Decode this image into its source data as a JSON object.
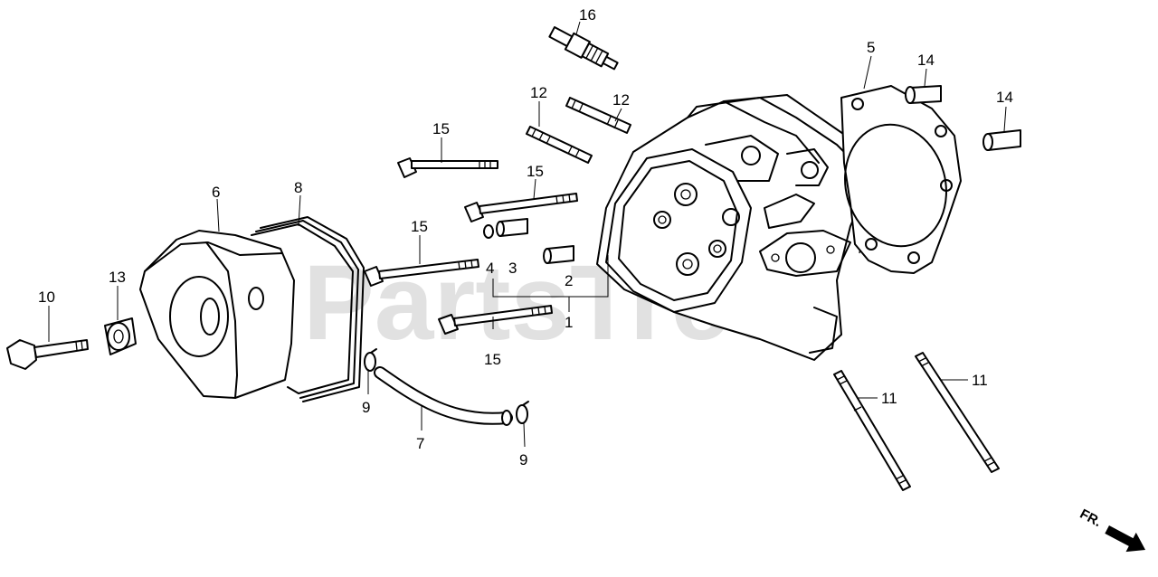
{
  "watermark": "PartsTree",
  "direction_label": "FR.",
  "callouts": {
    "c1": "1",
    "c2": "2",
    "c3": "3",
    "c4": "4",
    "c5": "5",
    "c6": "6",
    "c7": "7",
    "c8": "8",
    "c9a": "9",
    "c9b": "9",
    "c10": "10",
    "c11a": "11",
    "c11b": "11",
    "c12a": "12",
    "c12b": "12",
    "c13": "13",
    "c14a": "14",
    "c14b": "14",
    "c15a": "15",
    "c15b": "15",
    "c15c": "15",
    "c15d": "15",
    "c16": "16"
  },
  "parts": [
    "cylinder-head",
    "spark-plug",
    "head-gasket",
    "valve-cover",
    "cover-gasket",
    "breather-tube",
    "tube-clips",
    "cover-bolt",
    "sealing-washer",
    "studs",
    "dowel-pins",
    "flange-bolts",
    "o-ring"
  ]
}
